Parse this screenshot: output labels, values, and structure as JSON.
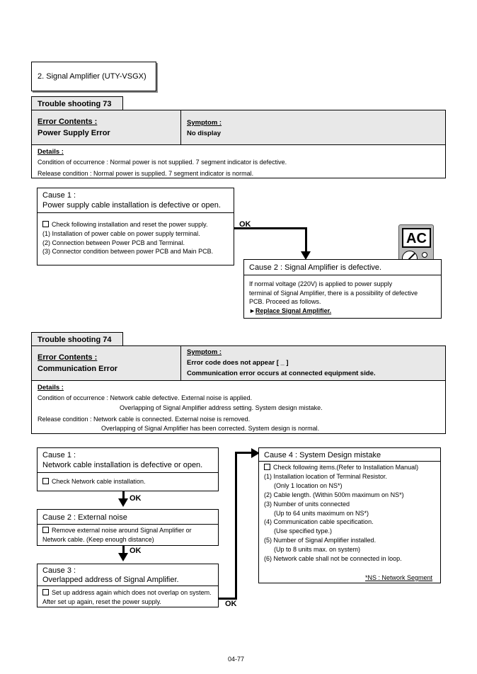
{
  "section_title": "2. Signal Amplifier (UTY-VSGX)",
  "ts73": {
    "tab": "Trouble shooting  73",
    "error_contents_label": "Error Contents :",
    "error_contents": "Power Supply Error",
    "symptom_label": "Symptom :",
    "symptom": "No display",
    "details_label": "Details :",
    "details": [
      "Condition of occurrence :  Normal power is not supplied. 7 segment indicator is defective.",
      "Release condition : Normal power is supplied. 7 segment indicator is normal."
    ],
    "cause1_title": "Cause 1 :",
    "cause1_text": "Power supply cable installation is defective or open.",
    "cause1_check": "Check following installation and reset the power supply.",
    "cause1_items": [
      "(1) Installation of power cable on power supply terminal.",
      "(2) Connection between Power PCB and Terminal.",
      "(3) Connector condition between power PCB and Main PCB."
    ],
    "ok_label": "OK",
    "cause2_title": "Cause 2 : Signal Amplifier is defective.",
    "cause2_lines": [
      "If normal voltage (220V) is applied to power supply",
      "terminal of Signal Amplifier, there is a possibility of defective",
      "PCB. Proceed as follows."
    ],
    "cause2_action": "Replace Signal Amplifier.",
    "meter_label": "AC"
  },
  "ts74": {
    "tab": "Trouble shooting  74",
    "error_contents_label": "Error Contents :",
    "error_contents": "Communication Error",
    "symptom_label": "Symptom :",
    "symptom_lines": [
      "Error code does not appear [ _   ]",
      "Communication error occurs at connected equipment side."
    ],
    "details_label": "Details :",
    "details": [
      "Condition of occurrence : Network cable defective. External noise is applied.",
      "Overlapping of Signal Amplifier address setting. System design mistake.",
      "Release condition : Network cable is connected. External noise is removed.",
      "Overlapping of Signal Amplifier has been corrected. System design is normal."
    ],
    "cause1_title": "Cause 1 :",
    "cause1_text": "Network cable installation is defective or open.",
    "cause1_check": "Check Network cable installation.",
    "cause2_title": "Cause 2 : External noise",
    "cause2_lines": [
      "Remove external noise around Signal Amplifier or",
      "Network cable. (Keep enough distance)"
    ],
    "cause3_title": "Cause 3 :",
    "cause3_text": "Overlapped address of Signal Amplifier.",
    "cause3_lines": [
      "Set up address again which does not overlap on system.",
      "After set up again, reset the power supply."
    ],
    "ok_label": "OK",
    "cause4_title": "Cause 4 : System Design mistake",
    "cause4_check": "Check following items.(Refer to Installation Manual)",
    "cause4_items": [
      "(1) Installation location of Terminal Resistor.",
      "(Only 1 location on NS*)",
      "(2) Cable length. (Within 500m maximum on NS*)",
      "(3) Number of units connected",
      "(Up to 64 units maximum on NS*)",
      "(4) Communication cable specification.",
      "(Use specified type.)",
      "(5) Number of Signal Amplifier installed.",
      "(Up to 8 units max. on system)",
      "(6) Network cable shall not be connected in loop."
    ],
    "footnote": "*NS : Network Segment"
  },
  "page_number": "04-77"
}
